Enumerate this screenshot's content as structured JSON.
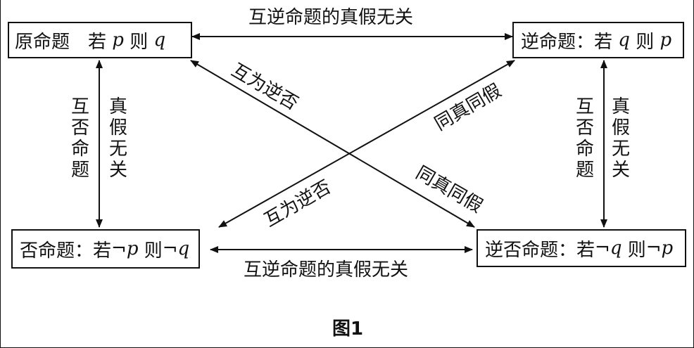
{
  "boxes": {
    "original": {
      "title": "原命题",
      "gap": "　若 ",
      "p": "p",
      "then": " 则 ",
      "q": "q"
    },
    "converse": {
      "title": "逆命题",
      "colon": "：若 ",
      "q": "q",
      "then": " 则 ",
      "p": "p"
    },
    "inverse": {
      "title": "否命题",
      "colon": "：若",
      "not_p": "¬p",
      "then": " 则",
      "not_q": "¬q"
    },
    "contrapositive": {
      "title": "逆否命题",
      "colon": "：若",
      "not_q": "¬q",
      "then": " 则",
      "not_p": "¬p"
    }
  },
  "labels": {
    "top": "互逆命题的真假无关",
    "bottom": "互逆命题的真假无关",
    "left_inner": "互否命题",
    "left_outer": "真假无关",
    "right_inner": "互否命题",
    "right_outer": "真假无关",
    "diag_upper_left": "互为逆否",
    "diag_upper_right": "同真同假",
    "diag_lower_left": "互为逆否",
    "diag_lower_right": "同真同假"
  },
  "caption": "图1"
}
